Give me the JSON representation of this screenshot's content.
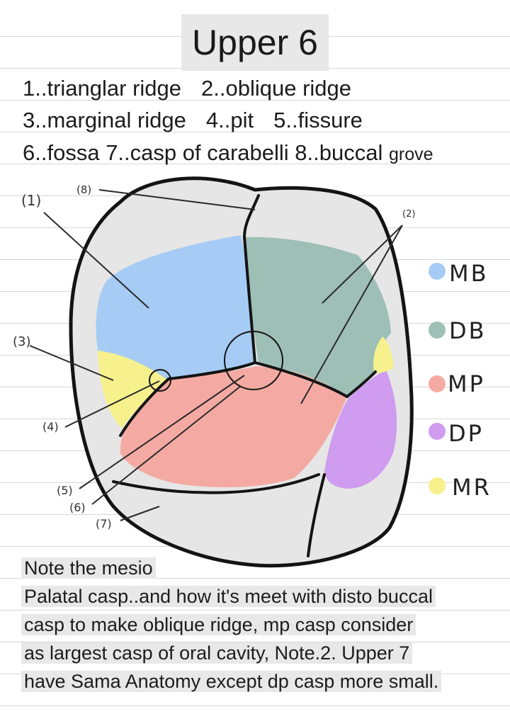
{
  "title": "Upper 6",
  "legend": {
    "item1": "1..trianglar ridge",
    "item2": "2..oblique ridge",
    "item3": "3..marginal ridge",
    "item4": "4..pit",
    "item5": "5..fissure",
    "item6": "6..fossa",
    "item7": "7..casp of carabelli",
    "item8a": "8..buccal",
    "item8b": "grove"
  },
  "callouts": {
    "c1": "(1)",
    "c2": "(2)",
    "c3": "(3)",
    "c4": "(4)",
    "c5": "(5)",
    "c6": "(6)",
    "c7": "(7)",
    "c8": "(8)"
  },
  "key": [
    {
      "label": "MB",
      "color": "#a6ccf5"
    },
    {
      "label": "DB",
      "color": "#9dbfb6"
    },
    {
      "label": "MP",
      "color": "#f4aaa2"
    },
    {
      "label": "DP",
      "color": "#cf9cf0"
    },
    {
      "label": "MR",
      "color": "#f6f18c"
    }
  ],
  "note": {
    "line1": "Note the mesio",
    "line2": "Palatal casp..and how it's meet with disto buccal",
    "line3": "casp to make oblique ridge, mp casp consider",
    "line4": "as  largest casp of oral cavity, Note.2. Upper 7",
    "line5": "have Sama Anatomy except dp casp more small."
  }
}
